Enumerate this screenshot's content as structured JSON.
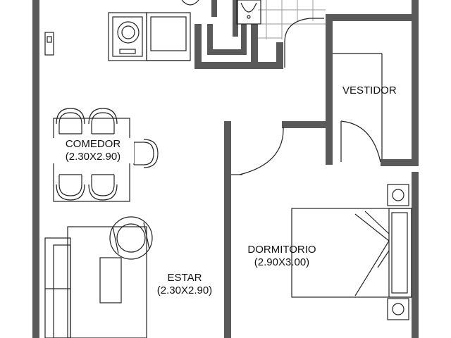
{
  "plan": {
    "rooms": [
      {
        "id": "comedor",
        "name": "COMEDOR",
        "size": "(2.30X2.90)"
      },
      {
        "id": "estar",
        "name": "ESTAR",
        "size": "(2.30X2.90)"
      },
      {
        "id": "dormitorio",
        "name": "DORMITORIO",
        "size": "(2.90X3.00)"
      },
      {
        "id": "vestidor",
        "name": "VESTIDOR",
        "size": ""
      }
    ],
    "colors": {
      "wall": "#5a5a5a",
      "line": "#222222",
      "grid": "#9a9a9a"
    }
  }
}
